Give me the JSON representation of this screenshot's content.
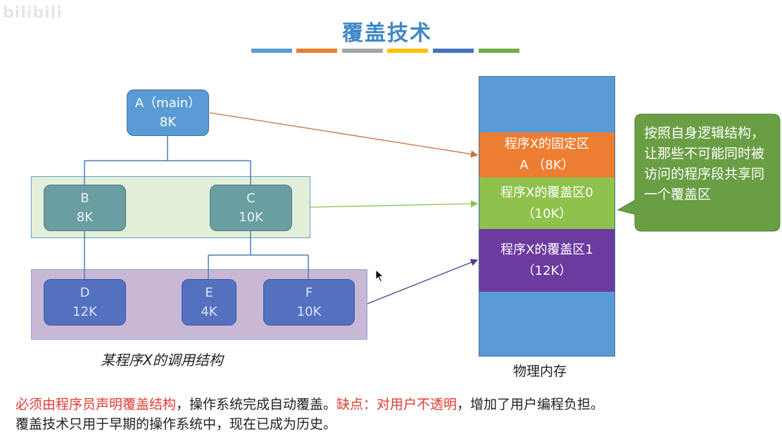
{
  "watermark": "bilibili",
  "title": "覆盖技术",
  "title_bar_colors": [
    "#5b9bd5",
    "#ed7d31",
    "#a5a5a5",
    "#ffc000",
    "#4472c4",
    "#70ad47"
  ],
  "tree": {
    "a": {
      "name": "A（main）",
      "size": "8K"
    },
    "b": {
      "name": "B",
      "size": "8K"
    },
    "c": {
      "name": "C",
      "size": "10K"
    },
    "d": {
      "name": "D",
      "size": "12K"
    },
    "e": {
      "name": "E",
      "size": "4K"
    },
    "f": {
      "name": "F",
      "size": "10K"
    }
  },
  "tree_caption": "某程序X的调用结构",
  "memory": {
    "fixed": {
      "line1": "程序X的固定区",
      "line2": "A （8K）"
    },
    "overlay0": {
      "line1": "程序X的覆盖区0",
      "line2": "（10K）"
    },
    "overlay1": {
      "line1": "程序X的覆盖区1",
      "line2": "（12K）"
    },
    "caption": "物理内存"
  },
  "callout": "按照自身逻辑结构，让那些不可能同时被访问的程序段共享同一个覆盖区",
  "bottom": {
    "line1_red1": "必须由程序员声明覆盖结构",
    "line1_black1": "，操作系统完成自动覆盖。",
    "line1_red2": "缺点：对用户不透明",
    "line1_black2": "，增加了用户编程负担。",
    "line2": "覆盖技术只用于早期的操作系统中，现在已成为历史。"
  },
  "colors": {
    "title": "#3d88c8",
    "fixed": "#ed7d31",
    "overlay0": "#8fc24d",
    "overlay1": "#6b3ba0",
    "memory": "#5b9bd5",
    "callout": "#6a9e45",
    "emphasis": "#e03c31"
  }
}
